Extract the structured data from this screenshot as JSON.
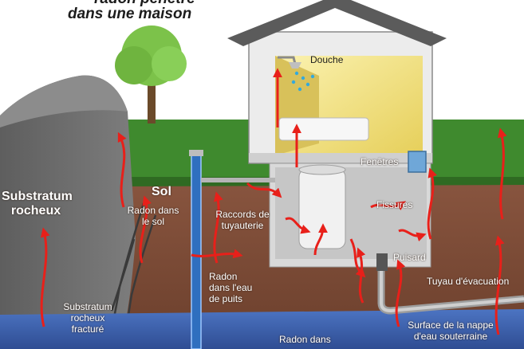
{
  "title": {
    "line1": "radon pénètre",
    "line2": "dans une maison"
  },
  "labels": {
    "substratum_rocheux_1": "Substratum",
    "substratum_rocheux_2": "rocheux",
    "sol": "Sol",
    "radon_sol_1": "Radon dans",
    "radon_sol_2": "le sol",
    "raccords_1": "Raccords de",
    "raccords_2": "tuyauterie",
    "radon_puits_1": "Radon",
    "radon_puits_2": "dans l'eau",
    "radon_puits_3": "de puits",
    "substratum_fracture_1": "Substratum",
    "substratum_fracture_2": "rocheux",
    "substratum_fracture_3": "fracturé",
    "radon_dans": "Radon dans",
    "douche": "Douche",
    "fenetres": "Fenêtres",
    "fissures": "Fissures",
    "puisard": "Puisard",
    "tuyau": "Tuyau d'évacuation",
    "nappe_1": "Surface de la nappe",
    "nappe_2": "d'eau souterraine"
  },
  "colors": {
    "sky": "#ffffff",
    "grass": "#3f8a2e",
    "soil": "#7a4a34",
    "rock": "#6d6d6d",
    "water": "#3d5fa8",
    "radon_arrow": "#e8201a",
    "house_wall": "#e9e9e9",
    "roof": "#5b5b5b",
    "room_light": "#f3e27a"
  }
}
